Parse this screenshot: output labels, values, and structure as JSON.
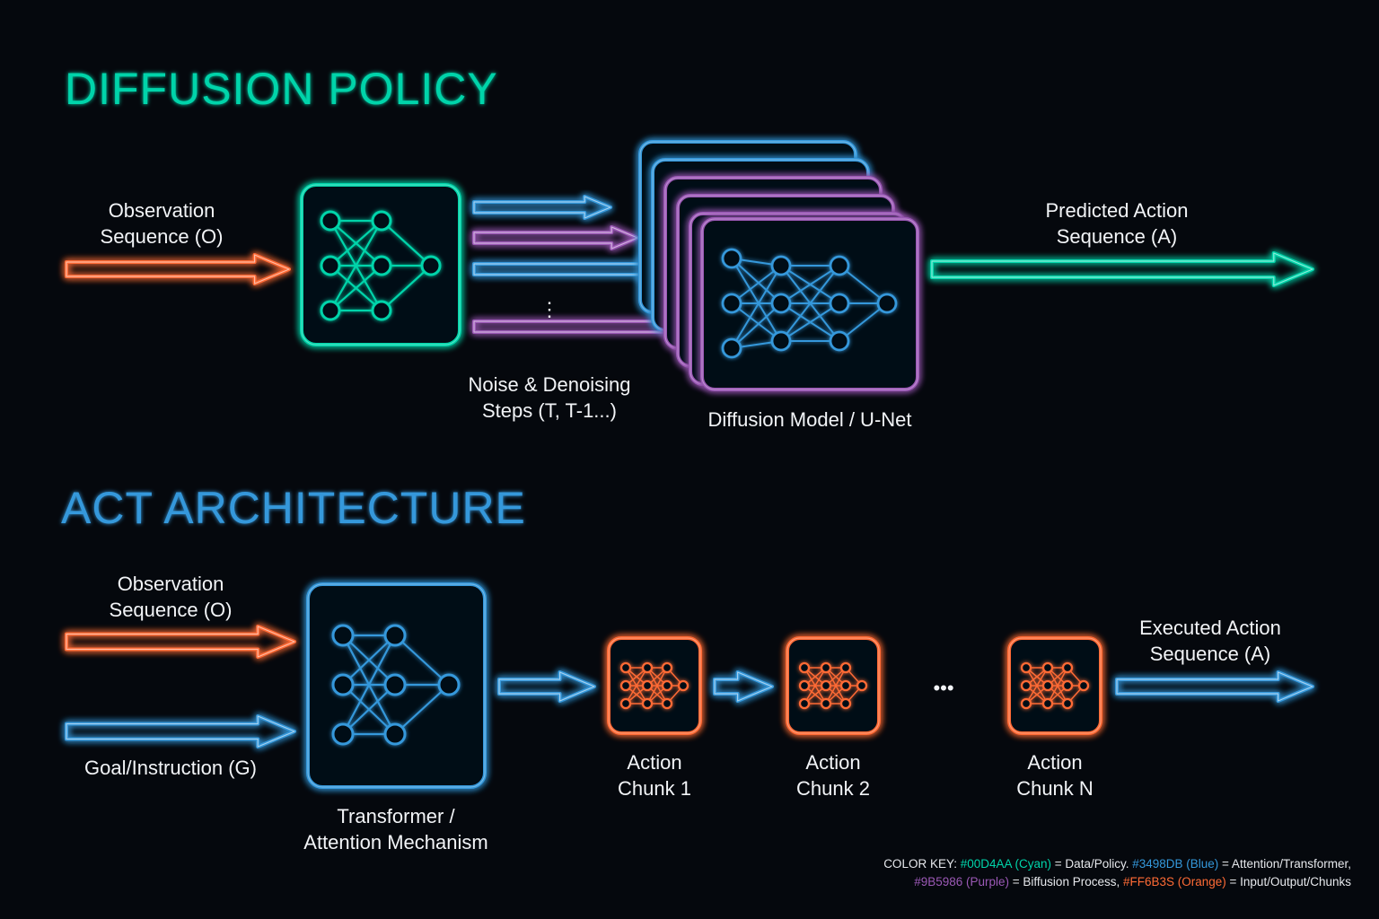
{
  "colors": {
    "cyan": "#00D4AA",
    "blue": "#3498DB",
    "purple": "#9B59B6",
    "orange": "#FF6B35"
  },
  "diffusion": {
    "title": "DIFFUSION POLICY",
    "input_label_1": "Observation",
    "input_label_2": "Sequence (O)",
    "noise_label_1": "Noise & Denoising",
    "noise_label_2": "Steps (T, T-1...)",
    "model_label": "Diffusion Model / U-Net",
    "output_label_1": "Predicted Action",
    "output_label_2": "Sequence (A)",
    "vdots": "⋮"
  },
  "act": {
    "title": "ACT ARCHITECTURE",
    "obs_label_1": "Observation",
    "obs_label_2": "Sequence (O)",
    "goal_label": "Goal/Instruction (G)",
    "transformer_label_1": "Transformer /",
    "transformer_label_2": "Attention Mechanism",
    "chunks": [
      {
        "line1": "Action",
        "line2": "Chunk 1"
      },
      {
        "line1": "Action",
        "line2": "Chunk 2"
      },
      {
        "line1": "Action",
        "line2": "Chunk N"
      }
    ],
    "ellipsis": "•••",
    "output_label_1": "Executed Action",
    "output_label_2": "Sequence (A)"
  },
  "color_key": {
    "prefix": "COLOR KEY: ",
    "cyan_text": "#00D4AA (Cyan)",
    "cyan_meaning": " = Data/Policy. ",
    "blue_text": "#3498DB (Blue)",
    "blue_meaning": " = Attention/Transformer,",
    "purple_text": "#9B5986 (Purple)",
    "purple_meaning": " = Biffusion Process, ",
    "orange_text": "#FF6B3S (Orange)",
    "orange_meaning": " = Input/Output/Chunks"
  }
}
